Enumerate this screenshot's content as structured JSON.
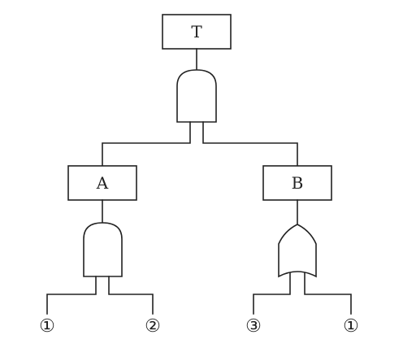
{
  "diagram": {
    "top_event": {
      "label": "T"
    },
    "intermediate_events": {
      "a": {
        "label": "A"
      },
      "b": {
        "label": "B"
      }
    },
    "gates": {
      "top": {
        "type": "AND",
        "inputs": [
          "A",
          "B"
        ],
        "output": "T"
      },
      "a": {
        "type": "AND",
        "inputs": [
          "①",
          "②"
        ],
        "output": "A"
      },
      "b": {
        "type": "OR",
        "inputs": [
          "③",
          "①"
        ],
        "output": "B"
      }
    },
    "basic_events": {
      "a_left": {
        "label": "①"
      },
      "a_right": {
        "label": "②"
      },
      "b_left": {
        "label": "③"
      },
      "b_right": {
        "label": "①"
      }
    },
    "colors": {
      "line": "#222222",
      "background": "#ffffff"
    }
  }
}
